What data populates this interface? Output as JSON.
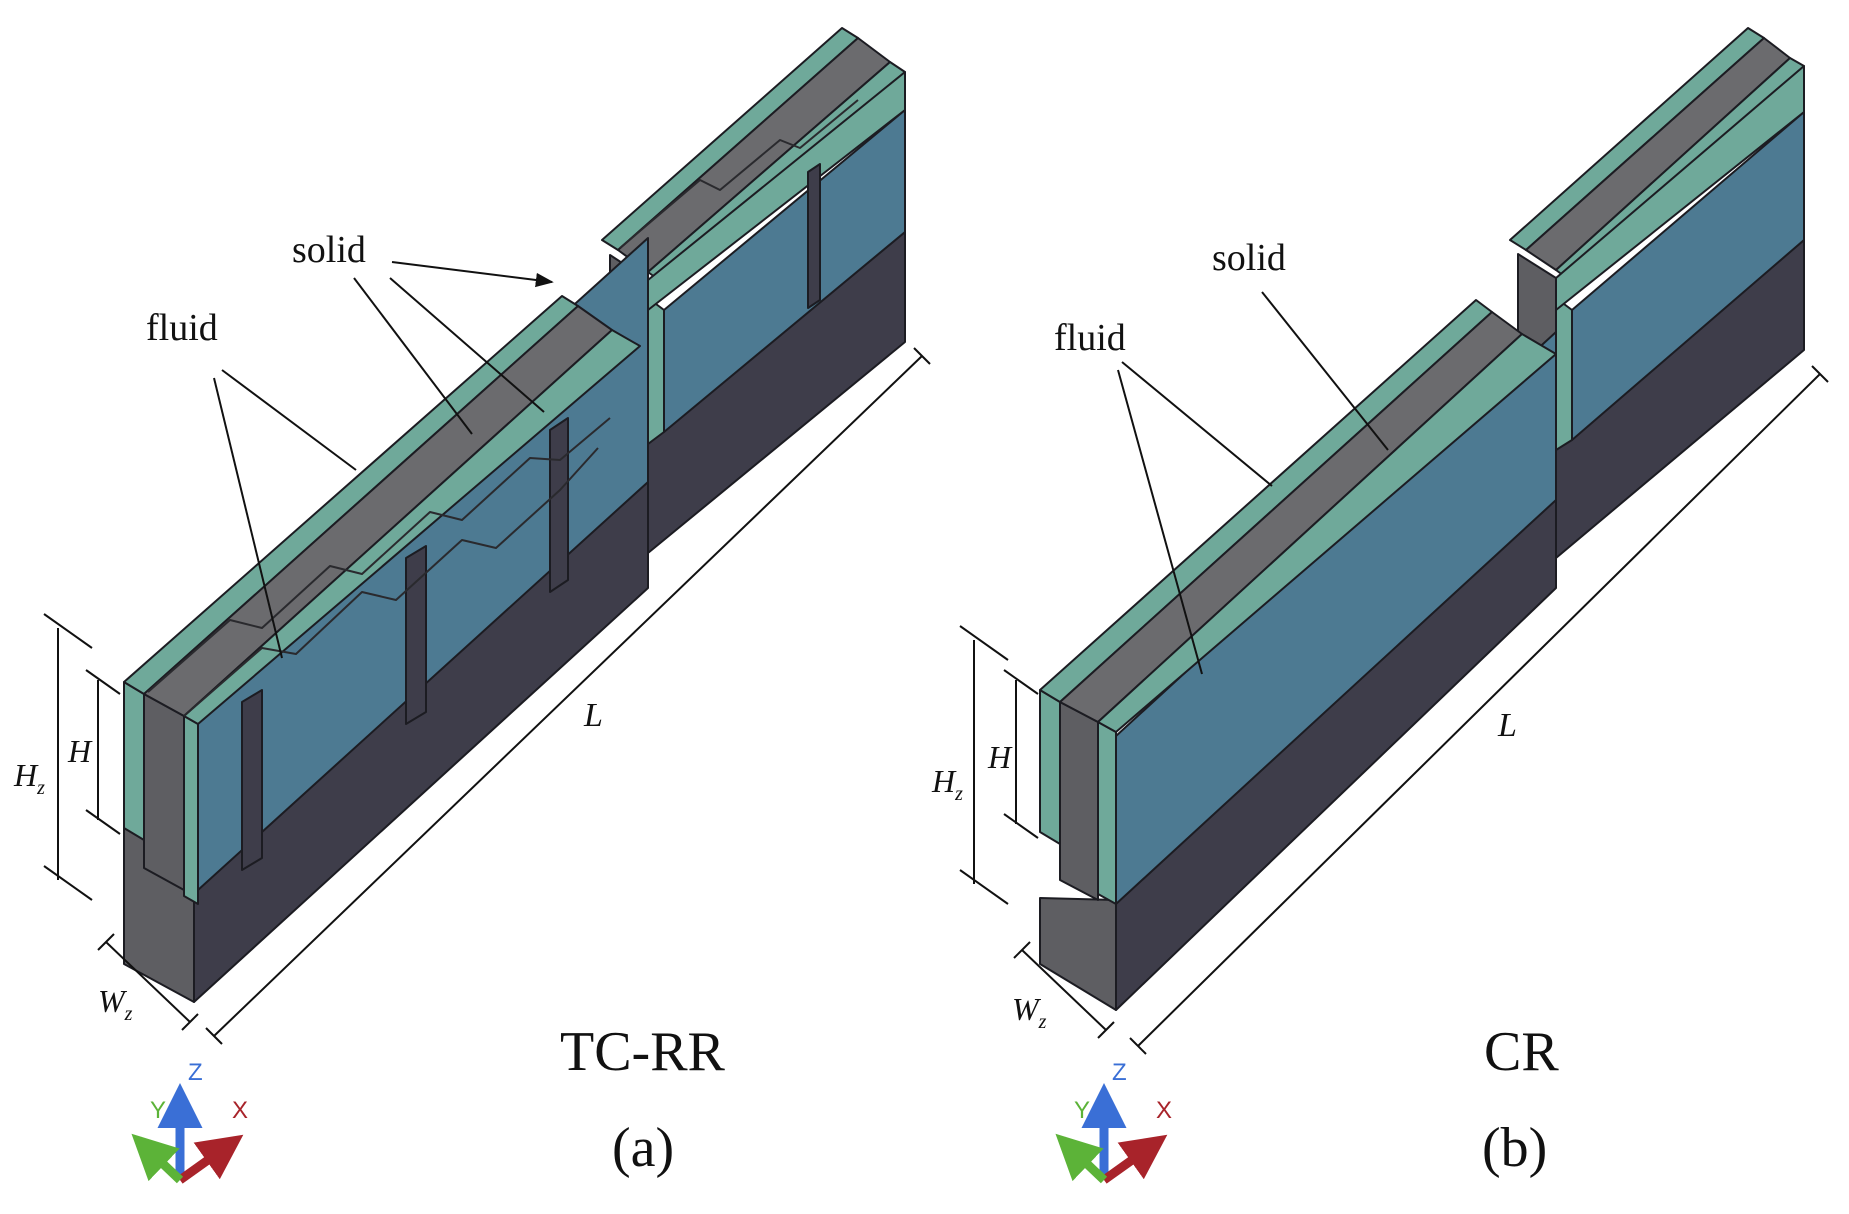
{
  "panel_a": {
    "label_solid": "solid",
    "label_fluid": "fluid",
    "dim_L": "L",
    "dim_H": "H",
    "dim_Hz": "H",
    "dim_Hz_sub": "z",
    "dim_Wz": "W",
    "dim_Wz_sub": "z",
    "caption_name": "TC-RR",
    "caption_letter": "(a)",
    "axis_z": "Z",
    "axis_y": "Y",
    "axis_x": "X"
  },
  "panel_b": {
    "label_solid": "solid",
    "label_fluid": "fluid",
    "dim_L": "L",
    "dim_H": "H",
    "dim_Hz": "H",
    "dim_Hz_sub": "z",
    "dim_Wz": "W",
    "dim_Wz_sub": "z",
    "caption_name": "CR",
    "caption_letter": "(b)",
    "axis_z": "Z",
    "axis_y": "Y",
    "axis_x": "X"
  },
  "colors": {
    "fluid_top": "#6fa99a",
    "fluid_side": "#4d7a92",
    "solid_top": "#6b6b6e",
    "solid_front": "#5e5e62",
    "solid_side": "#3e3d4a",
    "axis_x": "#a8232a",
    "axis_y": "#5cb338",
    "axis_z": "#3a6fd6"
  }
}
